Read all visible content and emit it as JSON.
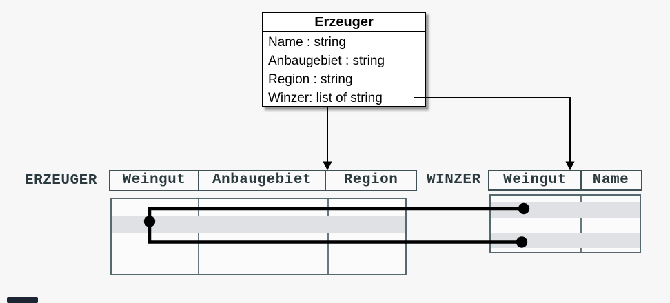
{
  "class_box": {
    "title": "Erzeuger",
    "attributes": [
      "Name : string",
      "Anbaugebiet : string",
      "Region : string",
      "Winzer: list of string"
    ]
  },
  "tables": {
    "erzeuger": {
      "label": "ERZEUGER",
      "columns": [
        "Weingut",
        "Anbaugebiet",
        "Region"
      ],
      "highlighted_row_index": 2,
      "row_count": 4
    },
    "winzer": {
      "label": "WINZER",
      "columns": [
        "Weingut",
        "Name"
      ],
      "highlighted_row_indices": [
        1,
        3
      ],
      "row_count": 4
    }
  },
  "connections": {
    "arrow_from_class_to_erzeuger_table": true,
    "arrow_from_winzer_attribute_to_winzer_table": true,
    "row_links": 2
  },
  "colors": {
    "background": "#f7f7f8",
    "class_box_border": "#000000",
    "header_border": "#3f5258",
    "body_border": "#56696e",
    "header_text": "#2b3a3e",
    "row_highlight": "#e0e1e4",
    "connector": "#000000"
  }
}
